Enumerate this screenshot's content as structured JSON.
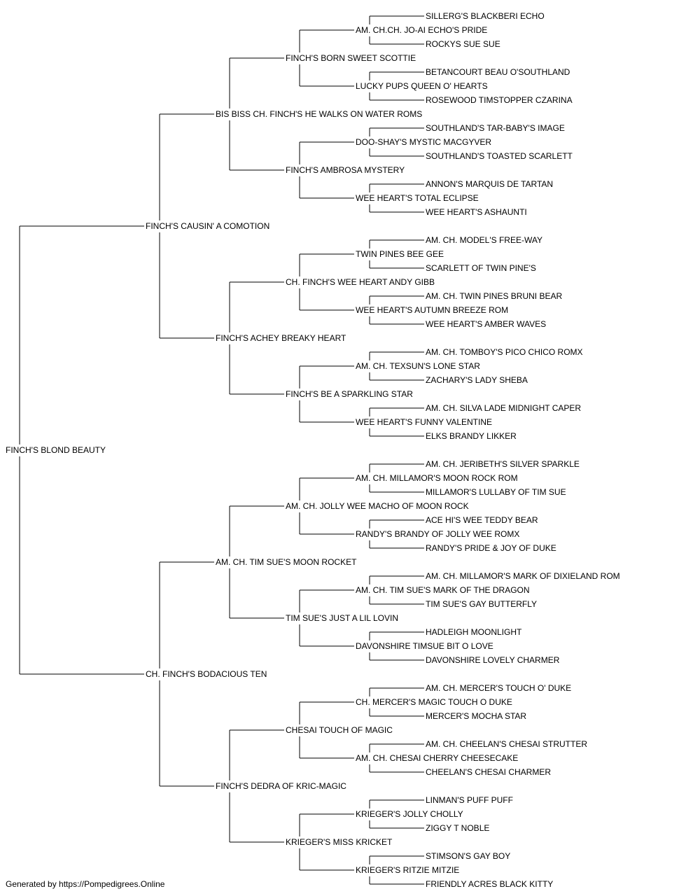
{
  "colors": {
    "champion": "#ee1111",
    "normal": "#000000",
    "line": "#000000"
  },
  "footer": "Generated by https://Pompedigrees.Online",
  "pedigree": {
    "name": "FINCH'S BLOND BEAUTY",
    "champion": false,
    "sire": {
      "name": "FINCH'S CAUSIN' A COMOTION",
      "champion": false,
      "sire": {
        "name": "BIS BISS CH. FINCH'S HE WALKS ON WATER ROMS",
        "champion": true,
        "sire": {
          "name": "FINCH'S BORN SWEET SCOTTIE",
          "champion": false,
          "sire": {
            "name": "AM. CH.CH. JO-AI ECHO'S PRIDE",
            "champion": true,
            "sire": {
              "name": "SILLERG'S BLACKBERI ECHO",
              "champion": false
            },
            "dam": {
              "name": "ROCKYS SUE SUE",
              "champion": false
            }
          },
          "dam": {
            "name": "LUCKY PUPS QUEEN O' HEARTS",
            "champion": false,
            "sire": {
              "name": "BETANCOURT BEAU O'SOUTHLAND",
              "champion": false
            },
            "dam": {
              "name": "ROSEWOOD TIMSTOPPER CZARINA",
              "champion": false
            }
          }
        },
        "dam": {
          "name": "FINCH'S AMBROSA MYSTERY",
          "champion": false,
          "sire": {
            "name": "DOO-SHAY'S MYSTIC MACGYVER",
            "champion": false,
            "sire": {
              "name": "SOUTHLAND'S TAR-BABY'S IMAGE",
              "champion": false
            },
            "dam": {
              "name": "SOUTHLAND'S TOASTED SCARLETT",
              "champion": false
            }
          },
          "dam": {
            "name": "WEE HEART'S TOTAL ECLIPSE",
            "champion": false,
            "sire": {
              "name": "ANNON'S MARQUIS DE TARTAN",
              "champion": false
            },
            "dam": {
              "name": "WEE HEART'S ASHAUNTI",
              "champion": false
            }
          }
        }
      },
      "dam": {
        "name": "FINCH'S ACHEY BREAKY HEART",
        "champion": false,
        "sire": {
          "name": "CH. FINCH'S WEE HEART ANDY GIBB",
          "champion": true,
          "sire": {
            "name": "TWIN PINES BEE GEE",
            "champion": false,
            "sire": {
              "name": "AM. CH. MODEL'S FREE-WAY",
              "champion": true
            },
            "dam": {
              "name": "SCARLETT OF TWIN PINE'S",
              "champion": false
            }
          },
          "dam": {
            "name": "WEE HEART'S AUTUMN BREEZE ROM",
            "champion": true,
            "sire": {
              "name": "AM. CH. TWIN PINES BRUNI BEAR",
              "champion": true
            },
            "dam": {
              "name": "WEE HEART'S AMBER WAVES",
              "champion": false
            }
          }
        },
        "dam": {
          "name": "FINCH'S BE A SPARKLING STAR",
          "champion": false,
          "sire": {
            "name": "AM. CH. TEXSUN'S LONE STAR",
            "champion": true,
            "sire": {
              "name": "AM. CH. TOMBOY'S PICO CHICO ROMX",
              "champion": true
            },
            "dam": {
              "name": "ZACHARY'S LADY SHEBA",
              "champion": false
            }
          },
          "dam": {
            "name": "WEE HEART'S FUNNY VALENTINE",
            "champion": false,
            "sire": {
              "name": "AM. CH. SILVA LADE MIDNIGHT CAPER",
              "champion": true
            },
            "dam": {
              "name": "ELKS BRANDY LIKKER",
              "champion": false
            }
          }
        }
      }
    },
    "dam": {
      "name": "CH. FINCH'S BODACIOUS TEN",
      "champion": true,
      "sire": {
        "name": "AM. CH. TIM SUE'S MOON ROCKET",
        "champion": true,
        "sire": {
          "name": "AM. CH. JOLLY WEE MACHO OF MOON ROCK",
          "champion": true,
          "sire": {
            "name": "AM. CH. MILLAMOR'S MOON ROCK ROM",
            "champion": true,
            "sire": {
              "name": "AM. CH. JERIBETH'S SILVER SPARKLE",
              "champion": true
            },
            "dam": {
              "name": "MILLAMOR'S LULLABY OF TIM SUE",
              "champion": false
            }
          },
          "dam": {
            "name": "RANDY'S BRANDY OF JOLLY WEE ROMX",
            "champion": true,
            "sire": {
              "name": "ACE HI'S WEE TEDDY BEAR",
              "champion": false
            },
            "dam": {
              "name": "RANDY'S PRIDE & JOY OF DUKE",
              "champion": false
            }
          }
        },
        "dam": {
          "name": "TIM SUE'S JUST A LIL LOVIN",
          "champion": false,
          "sire": {
            "name": "AM. CH. TIM SUE'S MARK OF THE DRAGON",
            "champion": true,
            "sire": {
              "name": "AM. CH. MILLAMOR'S MARK OF DIXIELAND ROM",
              "champion": true
            },
            "dam": {
              "name": "TIM SUE'S GAY BUTTERFLY",
              "champion": false
            }
          },
          "dam": {
            "name": "DAVONSHIRE TIMSUE BIT O LOVE",
            "champion": false,
            "sire": {
              "name": "HADLEIGH MOONLIGHT",
              "champion": false
            },
            "dam": {
              "name": "DAVONSHIRE LOVELY CHARMER",
              "champion": false
            }
          }
        }
      },
      "dam": {
        "name": "FINCH'S DEDRA OF KRIC-MAGIC",
        "champion": false,
        "sire": {
          "name": "CHESAI TOUCH OF MAGIC",
          "champion": false,
          "sire": {
            "name": "CH. MERCER'S MAGIC TOUCH O DUKE",
            "champion": true,
            "sire": {
              "name": "AM. CH. MERCER'S TOUCH O' DUKE",
              "champion": true
            },
            "dam": {
              "name": "MERCER'S MOCHA STAR",
              "champion": false
            }
          },
          "dam": {
            "name": "AM. CH. CHESAI CHERRY CHEESECAKE",
            "champion": true,
            "sire": {
              "name": "AM. CH. CHEELAN'S CHESAI STRUTTER",
              "champion": true
            },
            "dam": {
              "name": "CHEELAN'S CHESAI CHARMER",
              "champion": false
            }
          }
        },
        "dam": {
          "name": "KRIEGER'S MISS KRICKET",
          "champion": false,
          "sire": {
            "name": "KRIEGER'S JOLLY CHOLLY",
            "champion": false,
            "sire": {
              "name": "LINMAN'S PUFF PUFF",
              "champion": false
            },
            "dam": {
              "name": "ZIGGY T NOBLE",
              "champion": false
            }
          },
          "dam": {
            "name": "KRIEGER'S RITZIE MITZIE",
            "champion": false,
            "sire": {
              "name": "STIMSON'S GAY BOY",
              "champion": false
            },
            "dam": {
              "name": "FRIENDLY ACRES BLACK KITTY",
              "champion": false
            }
          }
        }
      }
    }
  }
}
